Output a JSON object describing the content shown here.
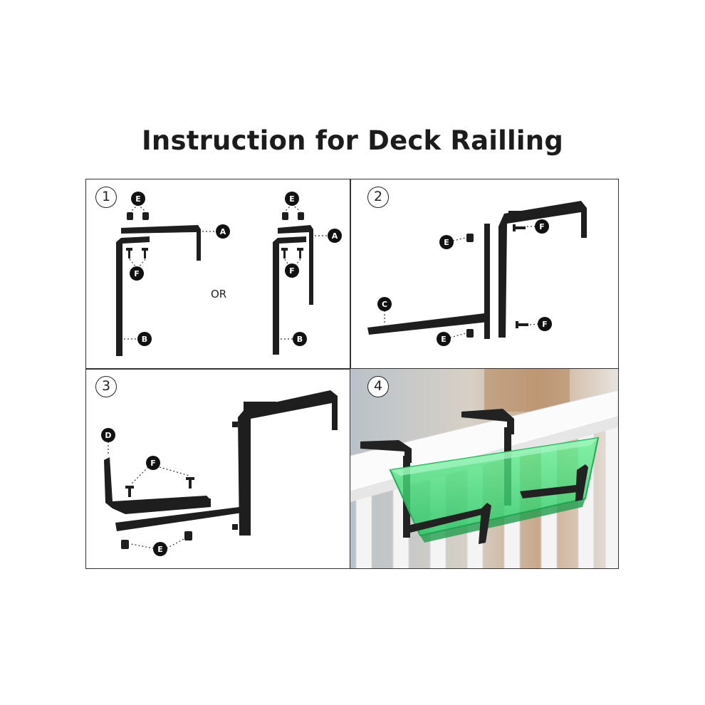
{
  "title": "Instruction for Deck Railling",
  "panels": [
    {
      "step": "1",
      "separator": "OR",
      "labels": [
        "E",
        "A",
        "F",
        "B",
        "E",
        "A",
        "F",
        "B"
      ]
    },
    {
      "step": "2",
      "labels": [
        "E",
        "F",
        "C",
        "E",
        "F"
      ]
    },
    {
      "step": "3",
      "labels": [
        "D",
        "F",
        "E"
      ]
    },
    {
      "step": "4"
    }
  ],
  "colors": {
    "bracket": "#1e1e1e",
    "planter": "#3fdc7a",
    "railing": "#ffffff",
    "border": "#333333"
  }
}
